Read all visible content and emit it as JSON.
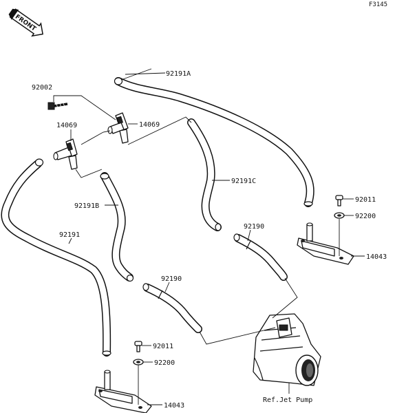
{
  "figure_code": "F3145",
  "front_badge": "FRONT",
  "parts": [
    {
      "id": "92191A"
    },
    {
      "id": "92002"
    },
    {
      "id": "14069"
    },
    {
      "id": "14069"
    },
    {
      "id": "92191C"
    },
    {
      "id": "92191B"
    },
    {
      "id": "92191"
    },
    {
      "id": "92190"
    },
    {
      "id": "92190"
    },
    {
      "id": "92011"
    },
    {
      "id": "92200"
    },
    {
      "id": "14043"
    },
    {
      "id": "92011"
    },
    {
      "id": "92200"
    },
    {
      "id": "14043"
    }
  ],
  "reference_label": "Ref.Jet Pump"
}
